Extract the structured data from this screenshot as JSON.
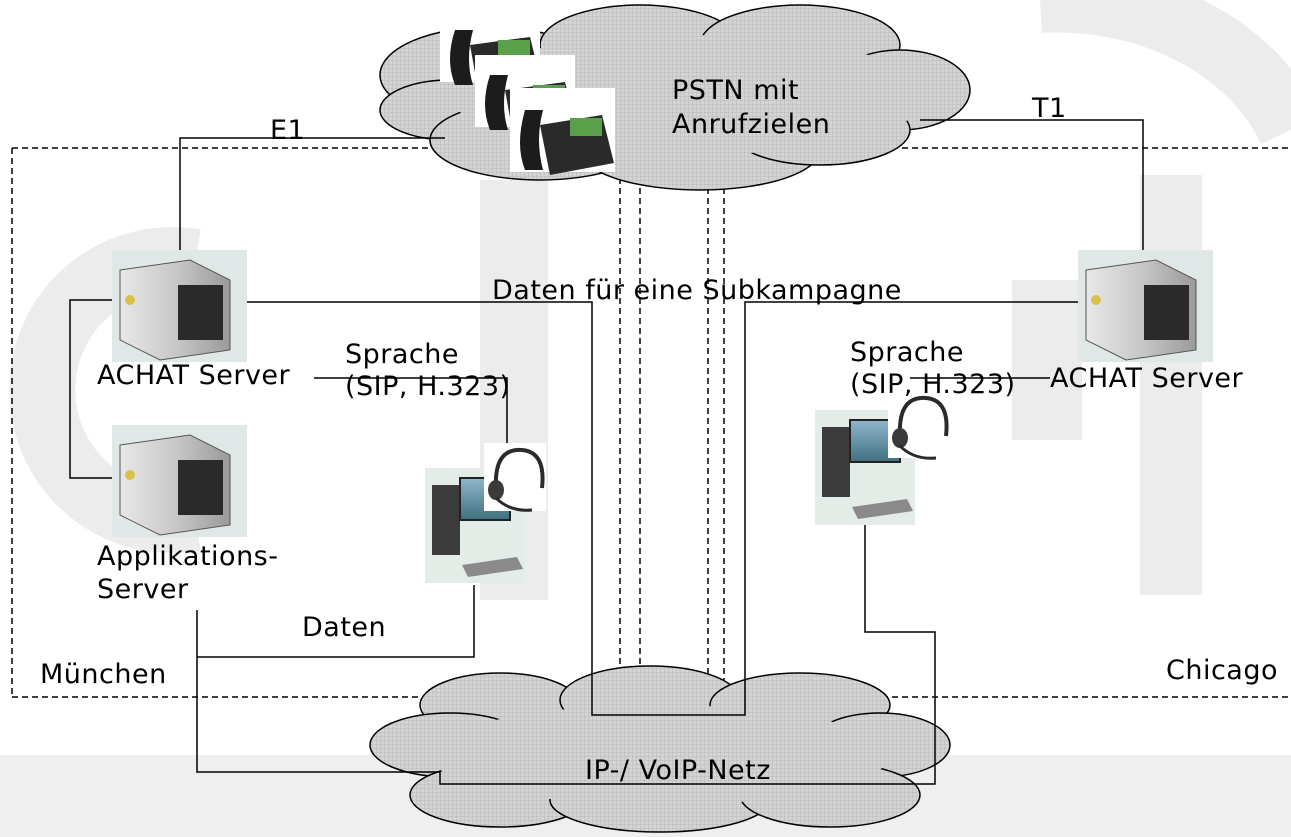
{
  "colors": {
    "background": "#ffffff",
    "watermark": "#ececec",
    "bottom_band": "#efefef",
    "cloud_fill": "#c9c9c9",
    "line": "#000000"
  },
  "icons": [
    "desk-phone-icon",
    "server-icon",
    "workstation-icon",
    "headset-icon"
  ],
  "clouds": {
    "pstn": {
      "line1": "PSTN mit",
      "line2": "Anrufzielen"
    },
    "ip": {
      "label": "IP-/ VoIP-Netz"
    }
  },
  "links": {
    "e1": "E1",
    "t1": "T1",
    "subcampaign": "Daten für eine Subkampagne"
  },
  "munich": {
    "site": "München",
    "achat_server": "ACHAT Server",
    "app_server_line1": "Applikations-",
    "app_server_line2": "Server",
    "voice_line1": "Sprache",
    "voice_line2": "(SIP, H.323)",
    "data": "Daten"
  },
  "chicago": {
    "site": "Chicago",
    "achat_server": "ACHAT Server",
    "voice_line1": "Sprache",
    "voice_line2": "(SIP, H.323)"
  }
}
